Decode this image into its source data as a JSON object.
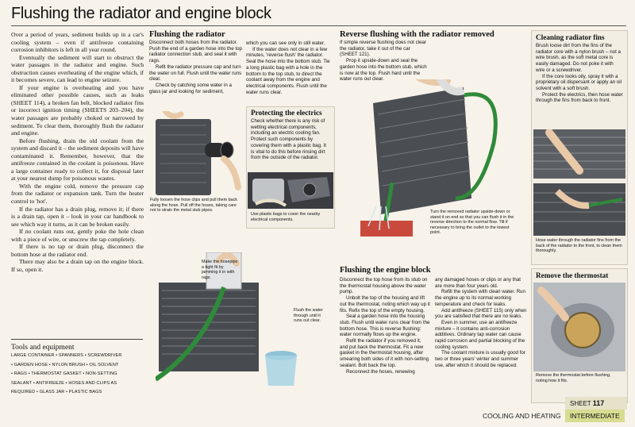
{
  "title": "Flushing the radiator and engine block",
  "intro": [
    "Over a period of years, sediment builds up in a car's cooling system – even if antifreeze containing corrosion inhibitors is left in all year round.",
    "Eventually the sediment will start to obstruct the water passages in the radiator and engine. Such obstruction causes overheating of the engine which, if it becomes severe, can lead to engine seizure.",
    "If your engine is overheating and you have eliminated other possible causes, such as leaks (SHEET 114), a broken fan belt, blocked radiator fins or incorrect ignition timing (SHEETS 203–204), the water passages are probably choked or narrowed by sediment. To clear them, thoroughly flush the radiator and engine.",
    "Before flushing, drain the old coolant from the system and discard it – the sediment deposits will have contaminated it. Remember, however, that the antifreeze contained in the coolant is poisonous. Have a large container ready to collect it, for disposal later at your nearest dump for poisonous wastes.",
    "With the engine cold, remove the pressure cap from the radiator or expansion tank. Turn the heater control to 'hot'.",
    "If the radiator has a drain plug, remove it; if there is a drain tap, open it – look in your car handbook to see which way it turns, as it can be broken easily.",
    "If no coolant runs out, gently poke the hole clean with a piece of wire, or unscrew the tap completely.",
    "If there is no tap or drain plug, disconnect the bottom hose at the radiator end.",
    "There may also be a drain tap on the engine block. If so, open it."
  ],
  "tools": {
    "heading": "Tools and equipment",
    "lines": [
      "LARGE CONTAINER  •  SPANNERS  •  SCREWDRIVER",
      "•  GARDEN HOSE  •  NYLON BRUSH  •  OIL SOLVENT",
      "•  RAGS  •  THERMOSTAT GASKET  •  NON-SETTING",
      "SEALANT  •  ANTIFREEZE  •  HOSES AND CLIPS AS",
      "REQUIRED  •  GLASS JAR  •  PLASTIC BAGS"
    ]
  },
  "flushing_radiator": {
    "heading": "Flushing the radiator",
    "col1": [
      "Disconnect both hoses from the radiator. Push the end of a garden hose into the top radiator connection stub, and seal it with rags.",
      "Refit the radiator pressure cap and turn the water on full. Flush until the water runs clear.",
      "Check by catching some water in a glass jar and looking for sediment,"
    ],
    "col2": [
      "which you can see only in still water.",
      "If the water does not clear in a few minutes, 'reverse flush' the radiator. Seal the hose into the bottom stub. Tie a long plastic bag with a hole in the bottom to the top stub, to direct the coolant away from the engine and electrical components. Flush until the water runs clear."
    ]
  },
  "protecting": {
    "heading": "Protecting the electrics",
    "text": "Check whether there is any risk of wetting electrical components, including an electric cooling fan. Protect such components by covering them with a plastic bag. It is vital to do this before rinsing dirt from the outside of the radiator.",
    "caption": "Use plastic bags to cover the nearby electrical components."
  },
  "reverse": {
    "heading": "Reverse flushing with the radiator removed",
    "paras": [
      "If simple reverse flushing does not clear the radiator, take it out of the car (SHEET 121).",
      "Prop it upside-down and seal the garden hose into the bottom stub, which is now at the top. Flush hard until the water runs out clear."
    ],
    "caption": "Turn the removed radiator upside-down or stand it on end so that you can flush it in the reverse direction to the normal flow. Tilt if necessary to bring the outlet to the lowest point."
  },
  "fins": {
    "heading": "Cleaning radiator fins",
    "paras": [
      "Brush loose dirt from the fins of the radiator core with a nylon brush – not a wire brush, as the soft metal core is easily damaged. Do not poke it with wire or a screwdriver.",
      "If the core looks oily, spray it with a proprietary oil dispersant or apply an oil solvent with a soft brush.",
      "Protect the electrics, then hose water through the fins from back to front."
    ],
    "caption": "Hose water through the radiator fins from the back of the radiator to the front, to clean them thoroughly."
  },
  "captions": {
    "hoses": "Fully loosen the hose clips and pull them back along the hose. Pull off the hoses, taking care not to strain the metal stub pipes.",
    "hosepipe": "Make the hosepipe a tight fit by jamming it in with rags.",
    "flush": "Flush the water through until it runs out clear."
  },
  "engine": {
    "heading": "Flushing the engine block",
    "col1": [
      "Disconnect the top hose from its stub on the thermostat housing above the water pump.",
      "Unbolt the top of the housing and lift out the thermostat, noting which way up it fits. Refix the top of the empty housing.",
      "Seal a garden hose into the housing stub. Flush until water runs clear from the bottom hose. This is reverse flushing: water normally flows up the engine.",
      "Refit the radiator if you removed it, and put back the thermostat. Fit a new gasket in the thermostat housing, after smearing both sides of it with non-setting sealant. Bolt back the top.",
      "Reconnect the hoses, renewing"
    ],
    "col2": [
      "any damaged hoses or clips or any that are more than four years old.",
      "Refill the system with clean water. Run the engine up to its normal working temperature and check for leaks.",
      "Add antifreeze (SHEET 115) only when you are satisfied that there are no leaks.",
      "Even in summer, use an antifreeze mixture – it contains anti-corrosion additives. Ordinary tap water can cause rapid corrosion and partial blocking of the cooling system.",
      "The coolant mixture is usually good for two or three years' winter and summer use, after which it should be replaced."
    ]
  },
  "thermostat": {
    "heading": "Remove the thermostat",
    "caption": "Remove the thermostat before flushing, noting how it fits."
  },
  "footer": {
    "sheet_label": "SHEET",
    "sheet_number": "117",
    "category": "COOLING AND HEATING",
    "level": "INTERMEDIATE"
  },
  "colors": {
    "hose_green": "#2f8a3a",
    "radiator_gray": "#4a4d52",
    "level_badge": "#d7dc91",
    "box_bg": "#f2eee4"
  }
}
